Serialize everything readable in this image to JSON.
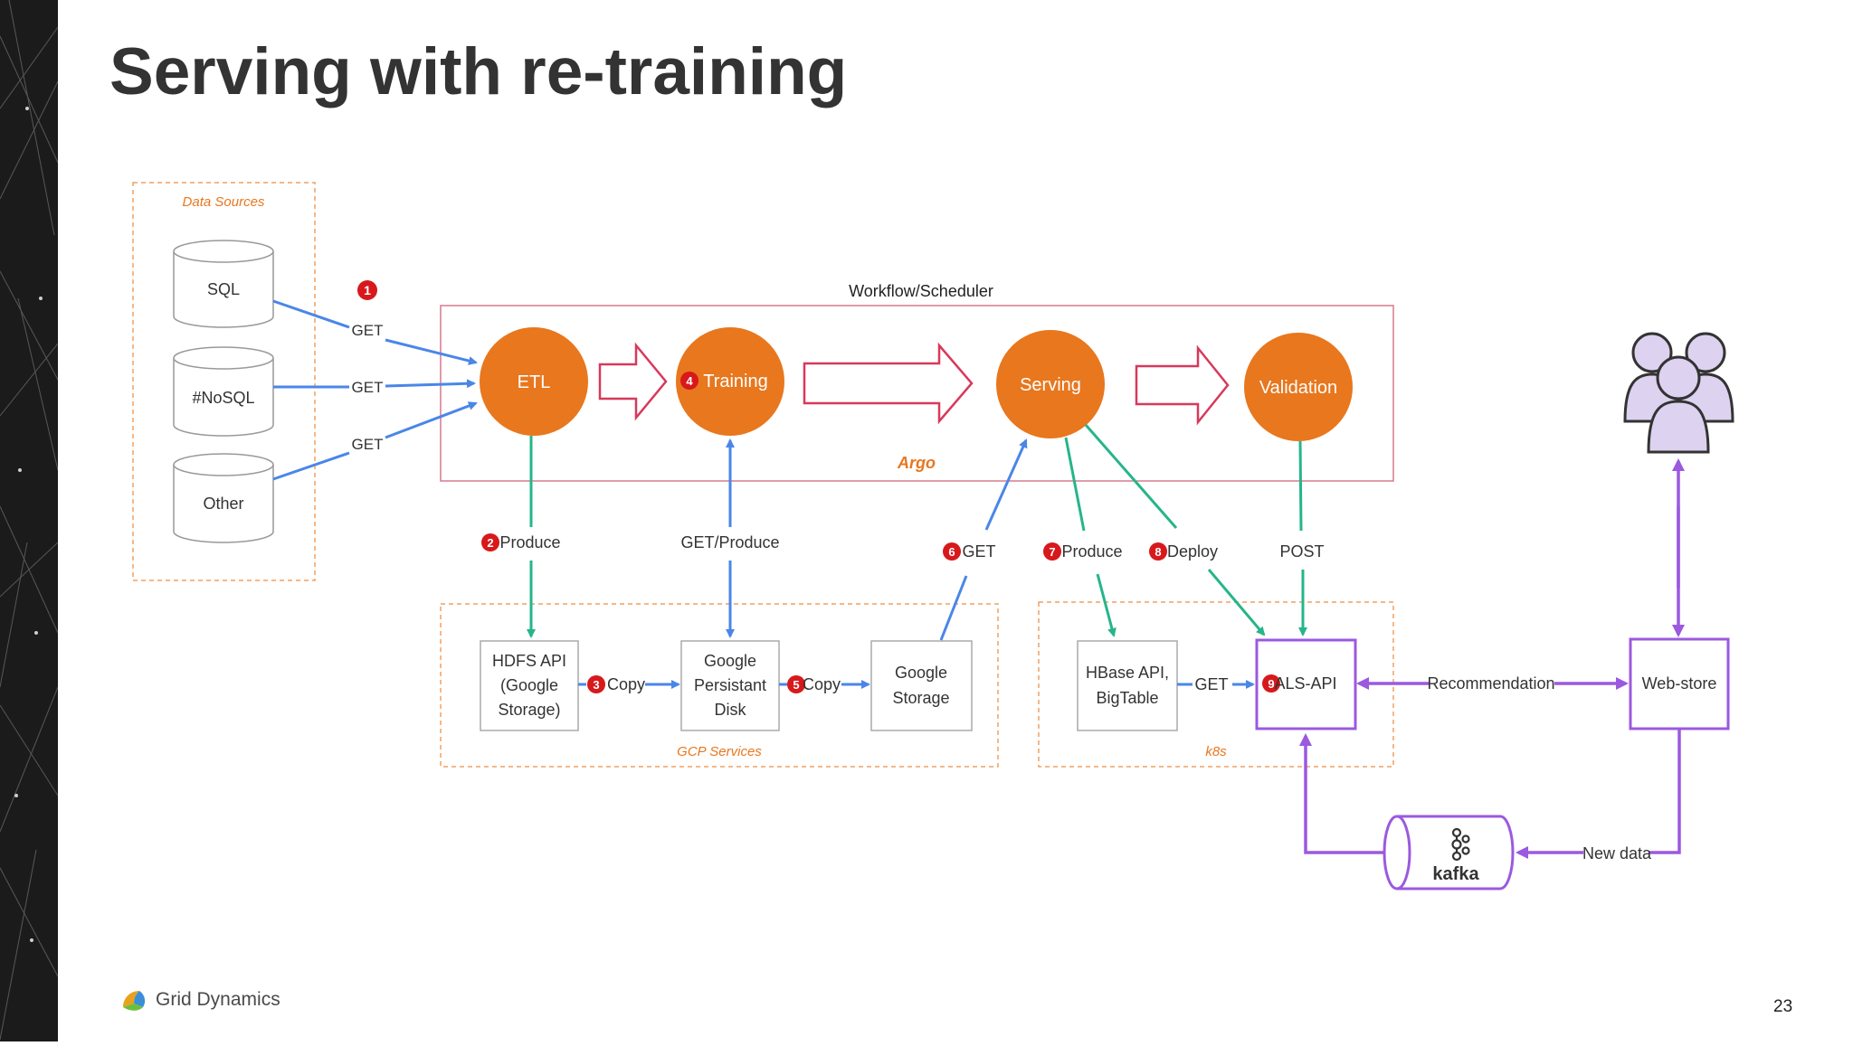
{
  "slide": {
    "title": "Serving with re-training",
    "page_number": "23",
    "company": "Grid Dynamics"
  },
  "groups": {
    "data_sources": "Data Sources",
    "workflow": "Workflow/Scheduler",
    "argo": "Argo",
    "gcp_services": "GCP Services",
    "k8s": "k8s"
  },
  "sources": {
    "sql": "SQL",
    "nosql": "#NoSQL",
    "other": "Other"
  },
  "stages": {
    "etl": "ETL",
    "training": "Training",
    "serving": "Serving",
    "validation": "Validation"
  },
  "stores": {
    "hdfs_api": [
      "HDFS API",
      "(Google",
      "Storage)"
    ],
    "persistent_disk": [
      "Google",
      "Persistant",
      "Disk"
    ],
    "google_storage": [
      "Google",
      "Storage"
    ],
    "hbase": [
      "HBase API,",
      "BigTable"
    ],
    "als_api": "ALS-API",
    "web_store": "Web-store",
    "kafka": "kafka"
  },
  "edge_labels": {
    "get_sql": "GET",
    "get_nosql": "GET",
    "get_other": "GET",
    "produce_etl": "Produce",
    "get_produce": "GET/Produce",
    "get_serving": "GET",
    "produce_serving": "Produce",
    "deploy": "Deploy",
    "post": "POST",
    "copy_1": "Copy",
    "copy_2": "Copy",
    "get_hbase": "GET",
    "recommendation": "Recommendation",
    "new_data": "New data"
  },
  "steps": {
    "s1": "1",
    "s2": "2",
    "s3": "3",
    "s4": "4",
    "s5": "5",
    "s6": "6",
    "s7": "7",
    "s8": "8",
    "s9": "9"
  },
  "colors": {
    "orange": "#e8771e",
    "blue_arrow": "#4a86e8",
    "teal_arrow": "#26b58a",
    "purple": "#9b59e0",
    "red_badge": "#d7191c",
    "dashed_orange": "#f0a060",
    "workflow_border": "#d67a8e"
  },
  "icons": {
    "users": "users-group-icon",
    "kafka": "kafka-icon",
    "logo": "grid-dynamics-logo-icon"
  }
}
